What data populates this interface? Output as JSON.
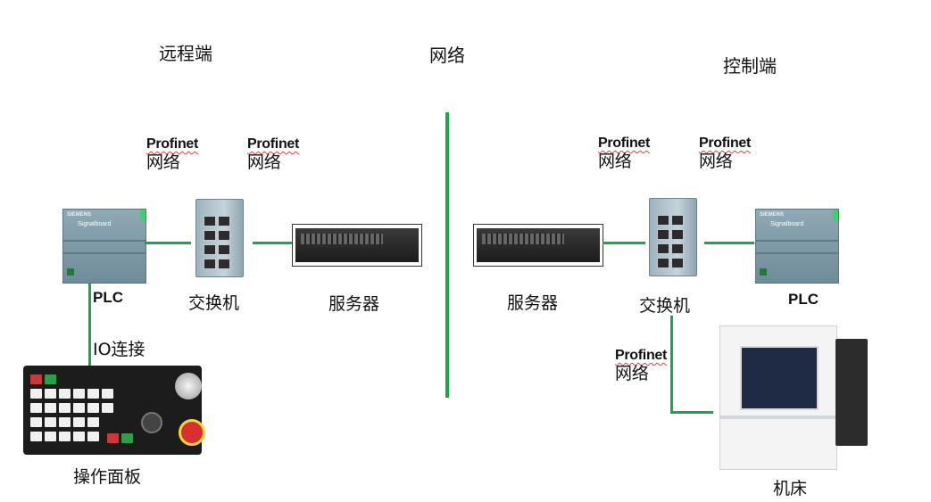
{
  "headers": {
    "remote": "远程端",
    "network": "网络",
    "control": "控制端"
  },
  "remote": {
    "profinet_left": {
      "line1": "Profinet",
      "line2": "网络"
    },
    "profinet_right": {
      "line1": "Profinet",
      "line2": "网络"
    },
    "plc_label": "PLC",
    "plc_brand": "SIEMENS",
    "plc_name": "Signalboard",
    "switch_label": "交换机",
    "server_label": "服务器",
    "io_label": "IO连接",
    "panel_label": "操作面板"
  },
  "control": {
    "profinet_left": {
      "line1": "Profinet",
      "line2": "网络"
    },
    "profinet_right": {
      "line1": "Profinet",
      "line2": "网络"
    },
    "profinet_machine": {
      "line1": "Profinet",
      "line2": "网络"
    },
    "server_label": "服务器",
    "switch_label": "交换机",
    "plc_label": "PLC",
    "plc_brand": "SIEMENS",
    "plc_name": "Signalboard",
    "machine_label": "机床"
  },
  "colors": {
    "connector": "#1aa64a",
    "profinet_underline": "#e04040"
  }
}
